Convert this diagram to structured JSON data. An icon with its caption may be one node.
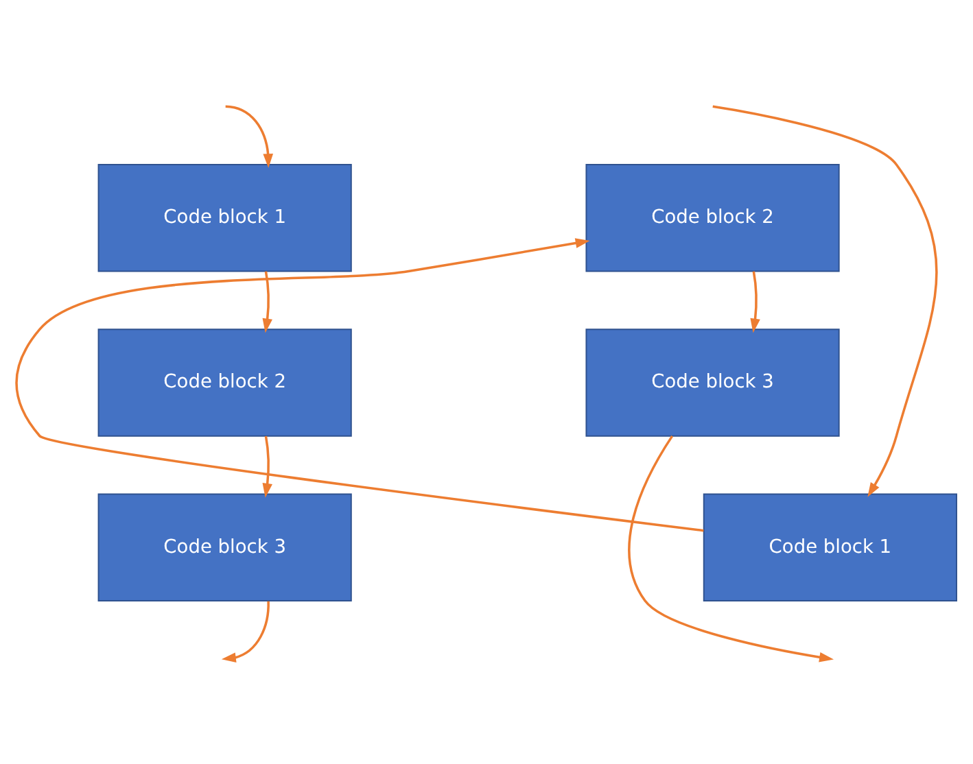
{
  "diagram": {
    "nodes": [
      {
        "text": [
          "Code block 1"
        ]
      },
      {
        "text": [
          "Code block 2"
        ]
      },
      {
        "text": [
          "Code block 3"
        ]
      },
      {
        "text": [
          "Code block 2"
        ]
      },
      {
        "text": [
          "Code block 3"
        ]
      },
      {
        "text": [
          "Code block 1"
        ]
      }
    ],
    "edges": [
      {
        "from": null,
        "to": 0,
        "arrow": "to"
      },
      {
        "from": 0,
        "to": 1,
        "arrow": "to"
      },
      {
        "from": 1,
        "to": 2,
        "arrow": "to"
      },
      {
        "from": 2,
        "to": null,
        "arrow": "to"
      },
      {
        "from": null,
        "to": 5,
        "arrow": "to"
      },
      {
        "from": 5,
        "to": 3,
        "arrow": "to"
      },
      {
        "from": 3,
        "to": 4,
        "arrow": "to"
      },
      {
        "from": 4,
        "to": null,
        "arrow": "to"
      }
    ]
  }
}
